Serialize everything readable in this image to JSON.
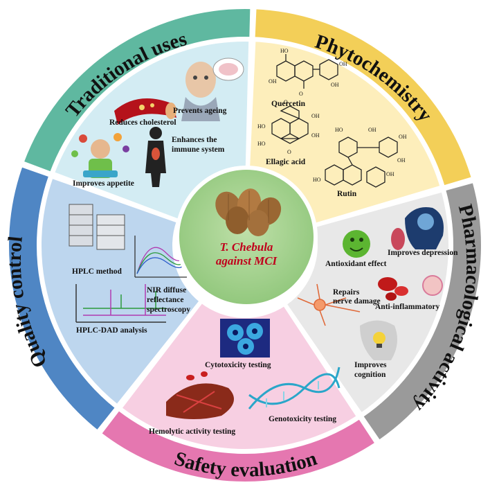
{
  "center": {
    "title_line1": "T. Chebula",
    "title_line2": "against MCI",
    "title_color": "#c0001c",
    "icon": "nuts-fruit-icon"
  },
  "sectors": [
    {
      "key": "traditional",
      "title": "Traditional uses",
      "outer_color": "#5fb8a0",
      "inner_color": "#d3ecf3",
      "items": [
        {
          "label": "Prevents ageing",
          "icon": "elderly-man-icon"
        },
        {
          "label": "Reduces cholesterol",
          "icon": "blood-vessel-icon"
        },
        {
          "label": "Enhances the\nimmune system",
          "icon": "human-body-icon"
        },
        {
          "label": "Improves appetite",
          "icon": "eating-person-icon"
        }
      ]
    },
    {
      "key": "phytochemistry",
      "title": "Phytochemistry",
      "outer_color": "#f3cf58",
      "inner_color": "#fdeebb",
      "items": [
        {
          "label": "Quercetin",
          "icon": "quercetin-structure-icon"
        },
        {
          "label": "Ellagic acid",
          "icon": "ellagic-acid-structure-icon"
        },
        {
          "label": "Rutin",
          "icon": "rutin-structure-icon"
        }
      ],
      "structure_labels": {
        "oh": "OH",
        "ho": "HO",
        "o": "O"
      }
    },
    {
      "key": "pharmacological",
      "title": "Pharmacological activity",
      "outer_color": "#9a9a9a",
      "inner_color": "#e8e8e8",
      "items": [
        {
          "label": "Improves depression",
          "icon": "brain-head-icon"
        },
        {
          "label": "Antioxidant effect",
          "icon": "smiley-cell-icon"
        },
        {
          "label": "Anti-inflammatory",
          "icon": "blood-cells-icon"
        },
        {
          "label": "Repairs\nnerve damage",
          "icon": "neuron-icon"
        },
        {
          "label": "Improves\ncognition",
          "icon": "lightbulb-head-icon"
        }
      ]
    },
    {
      "key": "safety",
      "title": "Safety evaluation",
      "outer_color": "#e577b0",
      "inner_color": "#f7cfe2",
      "items": [
        {
          "label": "Cytotoxicity testing",
          "icon": "cells-icon"
        },
        {
          "label": "Hemolytic activity testing",
          "icon": "blood-clot-icon"
        },
        {
          "label": "Genotoxicity testing",
          "icon": "dna-helix-icon"
        }
      ]
    },
    {
      "key": "quality",
      "title": "Quality control",
      "outer_color": "#4f86c4",
      "inner_color": "#bdd6ee",
      "items": [
        {
          "label": "HPLC method",
          "icon": "hplc-instrument-icon"
        },
        {
          "label": "NIR diffuse\nreflectance\nspectroscopy",
          "icon": "spectra-chart-icon"
        },
        {
          "label": "HPLC-DAD analysis",
          "icon": "chromatogram-icon"
        }
      ]
    }
  ]
}
